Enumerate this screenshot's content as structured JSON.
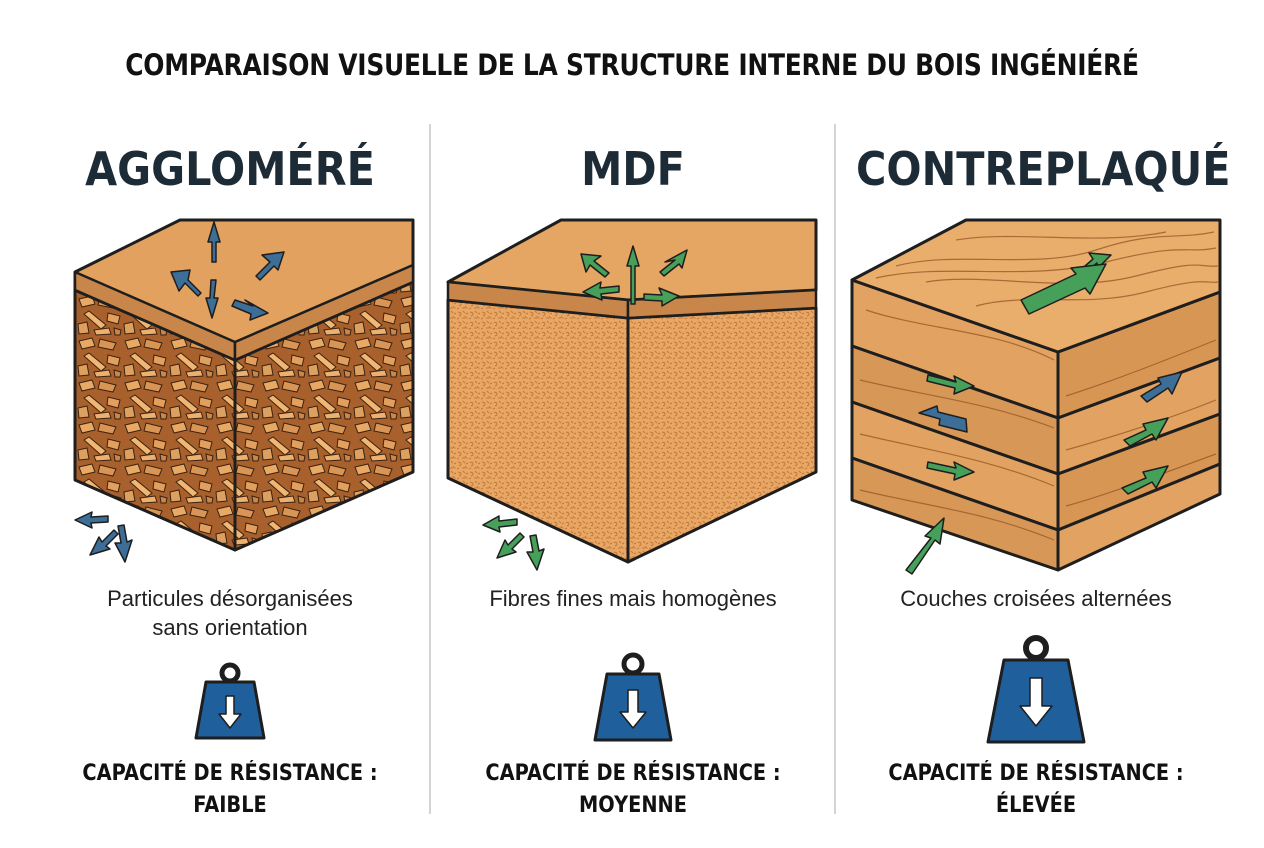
{
  "title": "COMPARAISON VISUELLE DE LA STRUCTURE INTERNE DU BOIS INGÉNIÉRÉ",
  "colors": {
    "wood_light": "#e7a563",
    "wood_top": "#e2a15e",
    "wood_dark": "#b26a33",
    "outline": "#1e1e1e",
    "arrow_blue": "#3c6e98",
    "arrow_green": "#46a05a",
    "weight_blue": "#1e5f9c"
  },
  "panels": [
    {
      "id": "agglomere",
      "title": "AGGLOMÉRÉ",
      "caption_lines": [
        "Particules désorganisées",
        "sans orientation"
      ],
      "resistance_label": "CAPACITÉ DE RÉSISTANCE :",
      "resistance_value": "FAIBLE",
      "structure": "chips",
      "arrow_color": "blue",
      "weight_icon": "weight-icon"
    },
    {
      "id": "mdf",
      "title": "MDF",
      "caption_lines": [
        "Fibres fines mais homogènes"
      ],
      "resistance_label": "CAPACITÉ DE RÉSISTANCE :",
      "resistance_value": "MOYENNE",
      "structure": "fine-fibers",
      "arrow_color": "green",
      "weight_icon": "weight-icon"
    },
    {
      "id": "contreplaque",
      "title": "CONTREPLAQUÉ",
      "caption_lines": [
        "Couches croisées alternées"
      ],
      "resistance_label": "CAPACITÉ DE RÉSISTANCE :",
      "resistance_value": "ÉLEVÉE",
      "structure": "cross-layers",
      "arrow_color": "green",
      "weight_icon": "weight-icon"
    }
  ]
}
